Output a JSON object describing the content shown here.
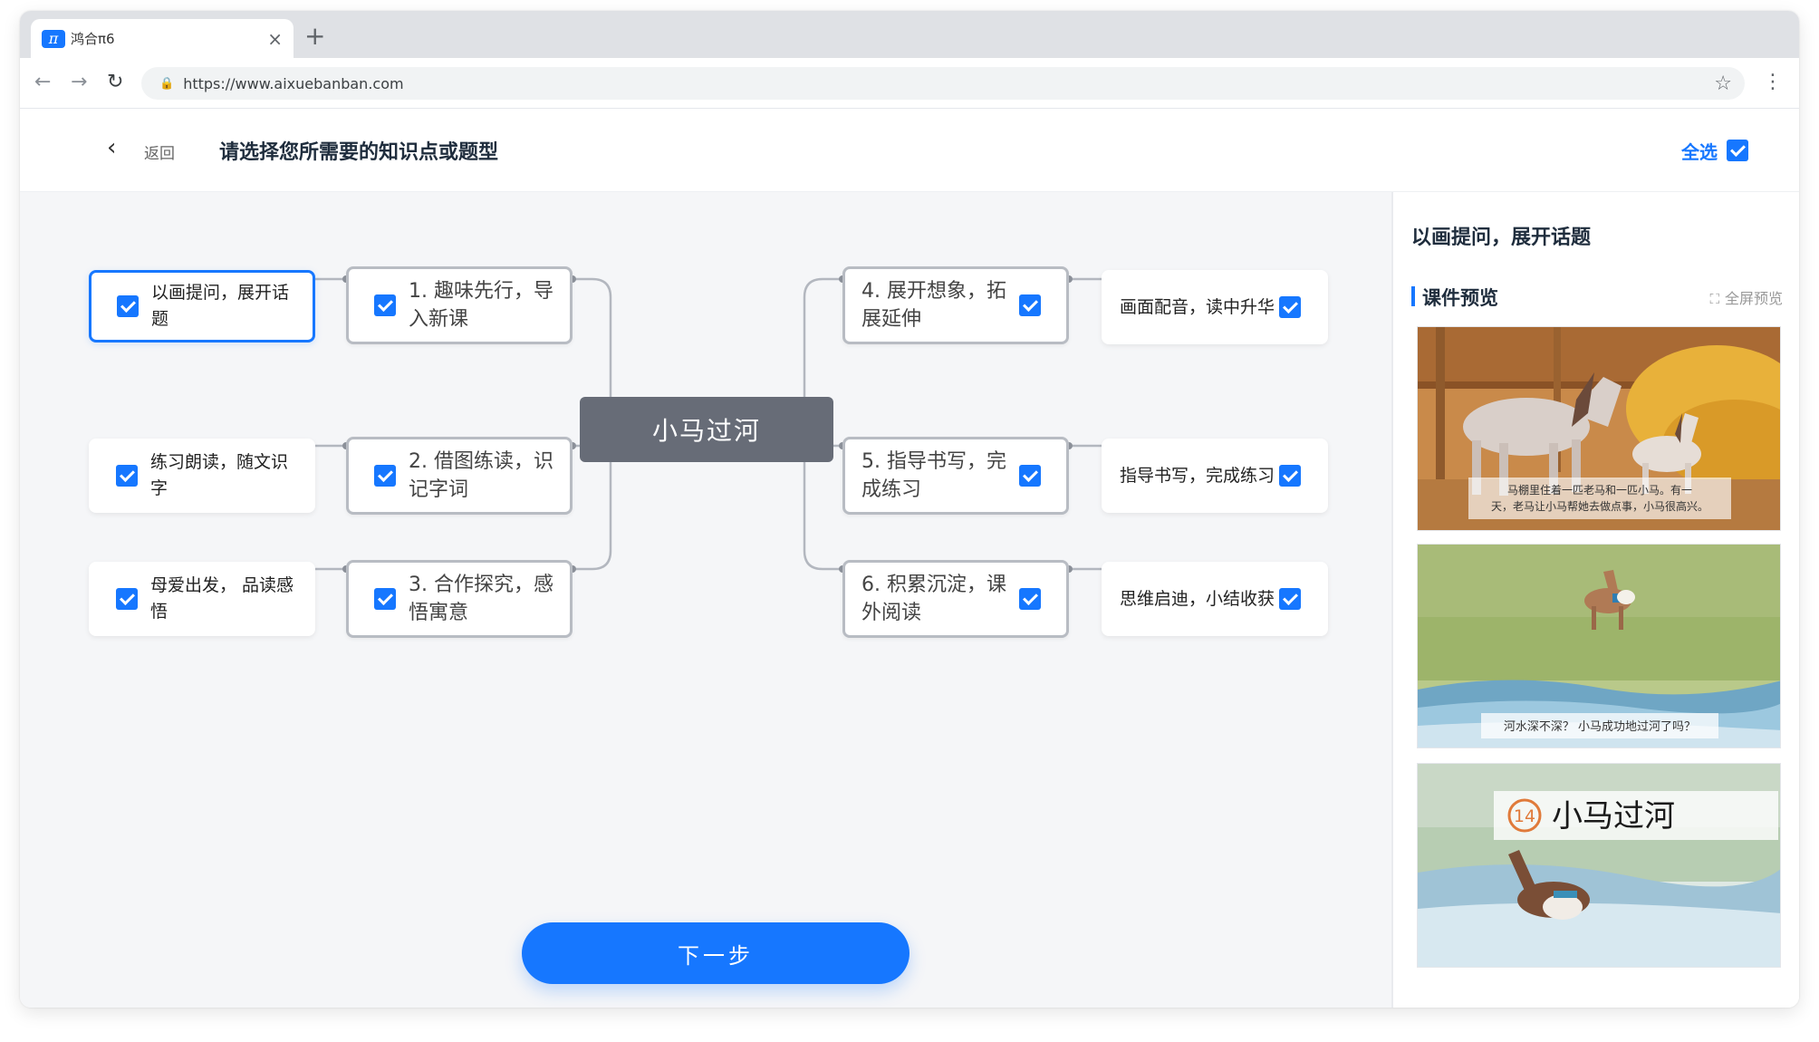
{
  "browser": {
    "tab_title": "鸿合π6",
    "tab_icon": "π",
    "close_glyph": "×",
    "newtab_glyph": "+",
    "url": "https://www.aixuebanban.com"
  },
  "header": {
    "back_label": "返回",
    "title": "请选择您所需要的知识点或题型",
    "select_all_label": "全选"
  },
  "mindmap": {
    "center": "小马过河",
    "left_outer": [
      {
        "text": "以画提问，展开话题",
        "checked": true,
        "active": true
      },
      {
        "text": "练习朗读，随文识字",
        "checked": true
      },
      {
        "text": "母爱出发， 品读感悟",
        "checked": true
      }
    ],
    "left_inner": [
      {
        "text": "1. 趣味先行，导入新课",
        "checked": true
      },
      {
        "text": "2. 借图练读，识记字词",
        "checked": true
      },
      {
        "text": "3. 合作探究，感悟寓意",
        "checked": true
      }
    ],
    "right_inner": [
      {
        "text": "4. 展开想象，拓展延伸",
        "checked": true
      },
      {
        "text": "5. 指导书写，完成练习",
        "checked": true
      },
      {
        "text": "6. 积累沉淀，课外阅读",
        "checked": true
      }
    ],
    "right_outer": [
      {
        "text": "画面配音，读中升华",
        "checked": true
      },
      {
        "text": "指导书写，完成练习",
        "checked": true
      },
      {
        "text": "思维启迪，小结收获",
        "checked": true
      }
    ]
  },
  "next_button_label": "下一步",
  "side": {
    "title": "以画提问，展开话题",
    "preview_label": "课件预览",
    "fullscreen_label": "全屏预览",
    "slides": [
      {
        "caption_line1": "马棚里住着一匹老马和一匹小马。有一",
        "caption_line2": "天，老马让小马帮她去做点事，小马很高兴。"
      },
      {
        "caption": "河水深不深？ 小马成功地过河了吗？"
      },
      {
        "lesson_number": "14",
        "lesson_title": "小马过河"
      }
    ]
  }
}
